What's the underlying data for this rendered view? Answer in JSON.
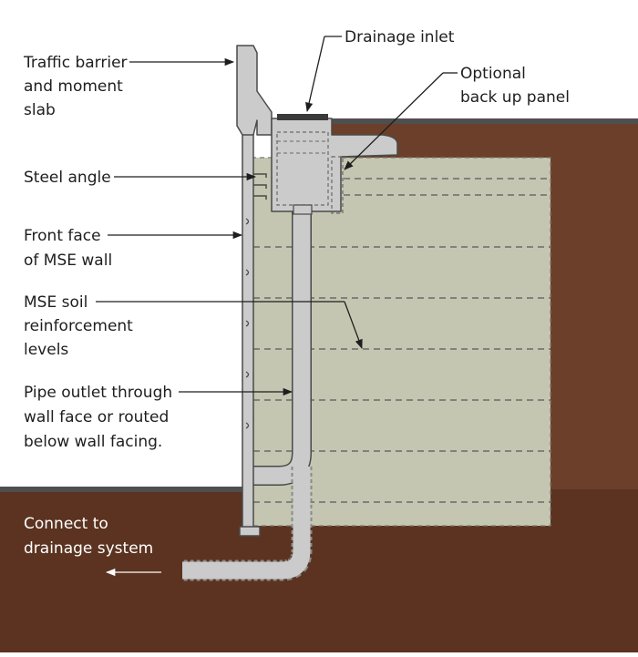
{
  "labels": {
    "traffic_barrier": [
      "Traffic barrier",
      "and moment",
      "slab"
    ],
    "drainage_inlet": [
      "Drainage inlet"
    ],
    "backup_panel": [
      "Optional",
      "back up panel"
    ],
    "steel_angle": [
      "Steel angle"
    ],
    "front_face": [
      "Front face",
      "of MSE wall"
    ],
    "mse_soil": [
      "MSE soil",
      "reinforcement",
      "levels"
    ],
    "pipe_outlet": [
      "Pipe outlet through",
      "wall face or routed",
      "below wall facing."
    ],
    "connect": [
      "Connect to",
      "drainage system"
    ]
  },
  "colors": {
    "soil_dark": "#6b3f2a",
    "soil_deep": "#5b3320",
    "mse_fill": "#c5c6b1",
    "concrete": "#cbcbcb",
    "outline": "#4a4a4a",
    "ground_line": "#4f4f4f",
    "text": "#1e1e1e",
    "text_light": "#ffffff"
  }
}
